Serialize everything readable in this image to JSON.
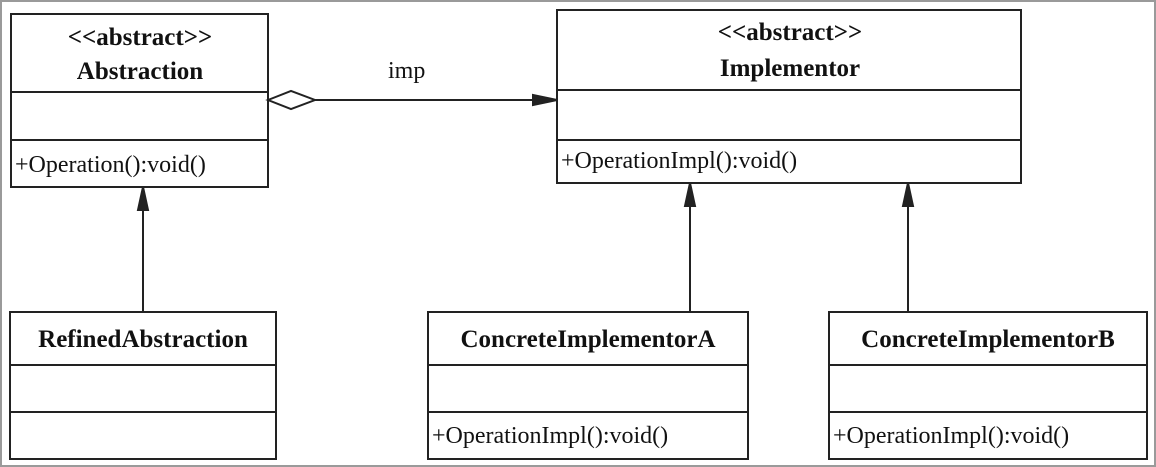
{
  "classes": {
    "abstraction": {
      "stereotype": "<<abstract>>",
      "name": "Abstraction",
      "method": "+Operation():void()"
    },
    "implementor": {
      "stereotype": "<<abstract>>",
      "name": "Implementor",
      "method": "+OperationImpl():void()"
    },
    "refined": {
      "name": "RefinedAbstraction"
    },
    "concreteA": {
      "name": "ConcreteImplementorA",
      "method": "+OperationImpl():void()"
    },
    "concreteB": {
      "name": "ConcreteImplementorB",
      "method": "+OperationImpl():void()"
    }
  },
  "relations": {
    "aggregation_label": "imp"
  }
}
